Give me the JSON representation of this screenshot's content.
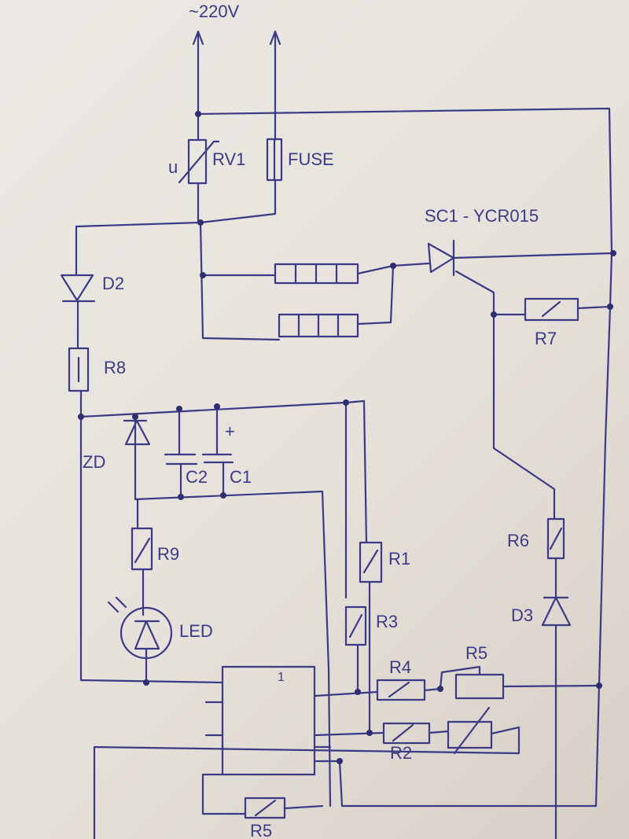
{
  "diagram": {
    "supply": "~220V",
    "labels": {
      "varistor": "RV1",
      "varistor_mark": "u",
      "fuse": "FUSE",
      "triac": "SC1 - YCR015",
      "diode2": "D2",
      "r8": "R8",
      "zener": "ZD",
      "c2": "C2",
      "c1": "C1",
      "c1_polarity": "+",
      "r9": "R9",
      "led": "LED",
      "r1": "R1",
      "r3": "R3",
      "r4": "R4",
      "r5_top": "R5",
      "r2": "R2",
      "r5_bottom": "R5",
      "r6": "R6",
      "diode3": "D3",
      "r7": "R7",
      "ic_pin1": "1"
    },
    "ink_color": "#3b3a86"
  }
}
